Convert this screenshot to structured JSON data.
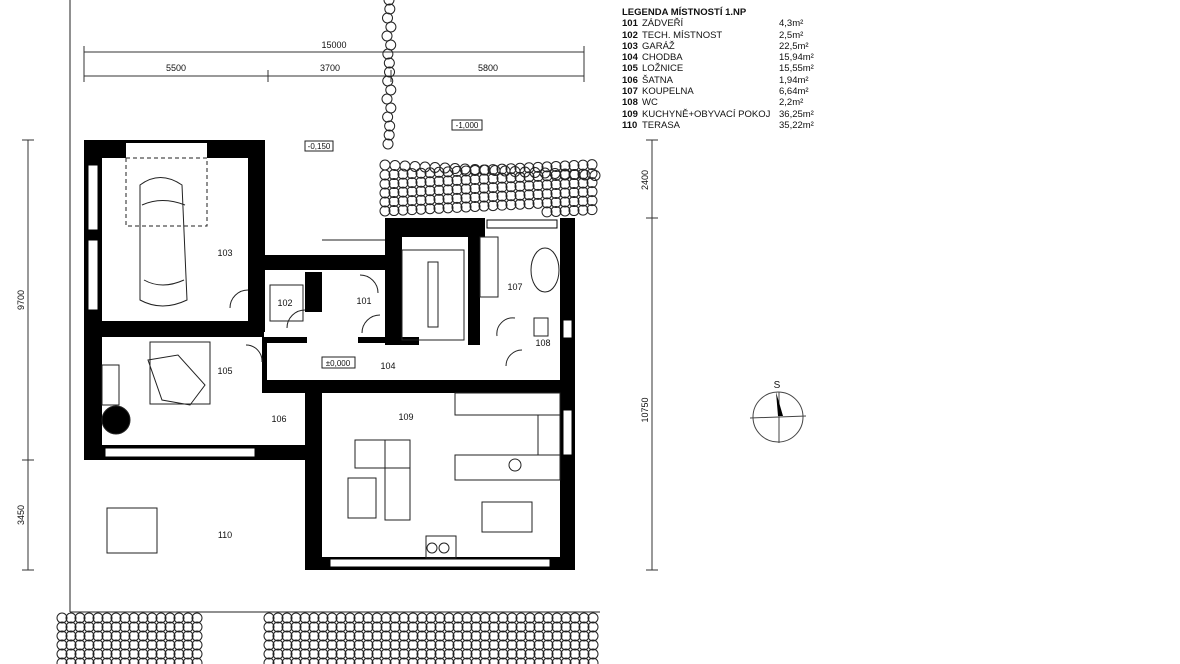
{
  "legend": {
    "title": "LEGENDA MÍSTNOSTÍ 1.NP",
    "rooms": [
      {
        "num": "101",
        "name": "ZÁDVEŘÍ",
        "area": "4,3m²"
      },
      {
        "num": "102",
        "name": "TECH. MÍSTNOST",
        "area": "2,5m²"
      },
      {
        "num": "103",
        "name": "GARÁŽ",
        "area": "22,5m²"
      },
      {
        "num": "104",
        "name": "CHODBA",
        "area": "15,94m²"
      },
      {
        "num": "105",
        "name": "LOŽNICE",
        "area": "15,55m²"
      },
      {
        "num": "106",
        "name": "ŠATNA",
        "area": "1,94m²"
      },
      {
        "num": "107",
        "name": "KOUPELNA",
        "area": "6,64m²"
      },
      {
        "num": "108",
        "name": "WC",
        "area": "2,2m²"
      },
      {
        "num": "109",
        "name": "KUCHYNĚ+OBYVACÍ POKOJ",
        "area": "36,25m²"
      },
      {
        "num": "110",
        "name": "TERASA",
        "area": "35,22m²"
      }
    ]
  },
  "dimensions": {
    "total_width": "15000",
    "segments": [
      "5500",
      "3700",
      "5800"
    ],
    "left": [
      "9700",
      "3450"
    ],
    "right": [
      "2400",
      "10750"
    ]
  },
  "levels": {
    "garden": "-0,150",
    "lower": "-1,000",
    "floor": "±0,000"
  },
  "room_labels": {
    "r101": "101",
    "r102": "102",
    "r103": "103",
    "r104": "104",
    "r105": "105",
    "r106": "106",
    "r107": "107",
    "r108": "108",
    "r109": "109",
    "r110": "110"
  },
  "compass": {
    "label": "S"
  }
}
